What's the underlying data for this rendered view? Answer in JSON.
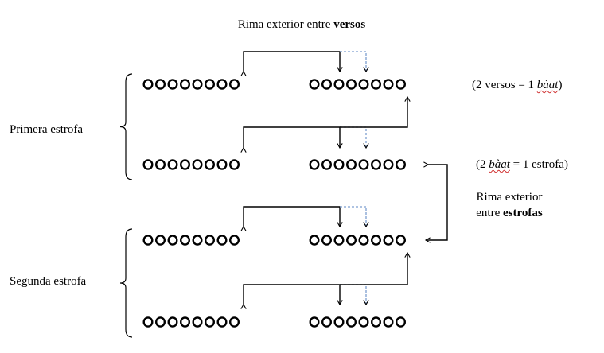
{
  "title": {
    "prefix": "Rima exterior entre",
    "bold": "versos"
  },
  "stanza_labels": [
    "Primera estrofa",
    "Segunda estrofa"
  ],
  "note_line": {
    "open": "(2 versos = 1",
    "italic": "bàat",
    "close": ")"
  },
  "note_stanza": {
    "open": "(2",
    "italic": "bàat",
    "close": "= 1 estrofa)"
  },
  "rhyme_between": {
    "line1": "Rima exterior",
    "line2_prefix": "entre",
    "line2_bold": "estrofas"
  },
  "syllables_per_hemistich": 8,
  "lines": [
    {
      "name": "line-1"
    },
    {
      "name": "line-2"
    },
    {
      "name": "line-3"
    },
    {
      "name": "line-4"
    }
  ],
  "colors": {
    "ink": "#000000",
    "dashed_link": "#7d9fd0",
    "spell_underline": "#d03030"
  }
}
